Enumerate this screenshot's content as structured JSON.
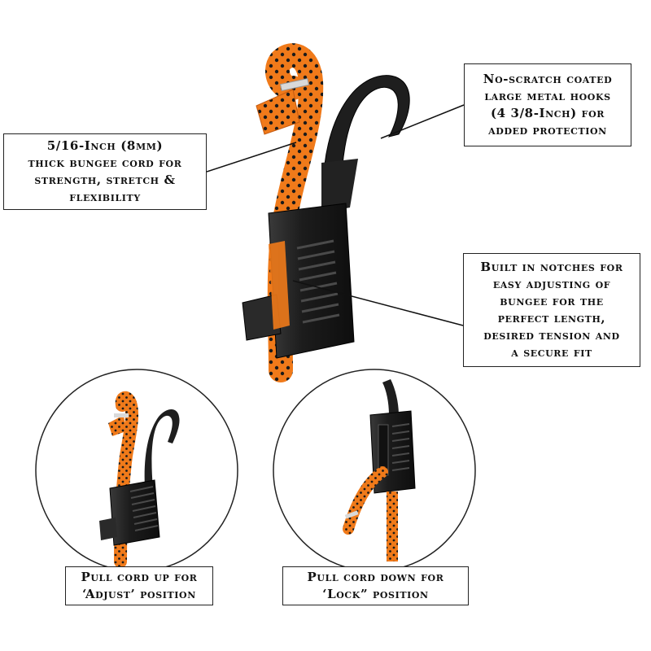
{
  "callouts": {
    "cord": {
      "lines": [
        "5/16-Inch (8mm)",
        "thick bungee cord for",
        "strength, stretch &",
        "flexibility"
      ]
    },
    "hooks": {
      "lines": [
        "No-scratch coated",
        "large metal hooks",
        "(4 3/8-Inch) for",
        "added protection"
      ]
    },
    "notches": {
      "lines": [
        "Built in notches for",
        "easy adjusting of",
        "bungee for the",
        "perfect length,",
        "desired tension and",
        "a secure fit"
      ]
    },
    "adjust": {
      "lines": [
        "Pull cord up for",
        "‘Adjust’ position"
      ]
    },
    "lock": {
      "lines": [
        "Pull cord down for",
        "‘Lock” position"
      ]
    }
  },
  "colors": {
    "cord_orange": "#f07a1a",
    "cord_dots": "#1a1a1a",
    "plastic_black": "#1c1c1c",
    "plastic_highlight": "#444444",
    "line_color": "#111111"
  }
}
